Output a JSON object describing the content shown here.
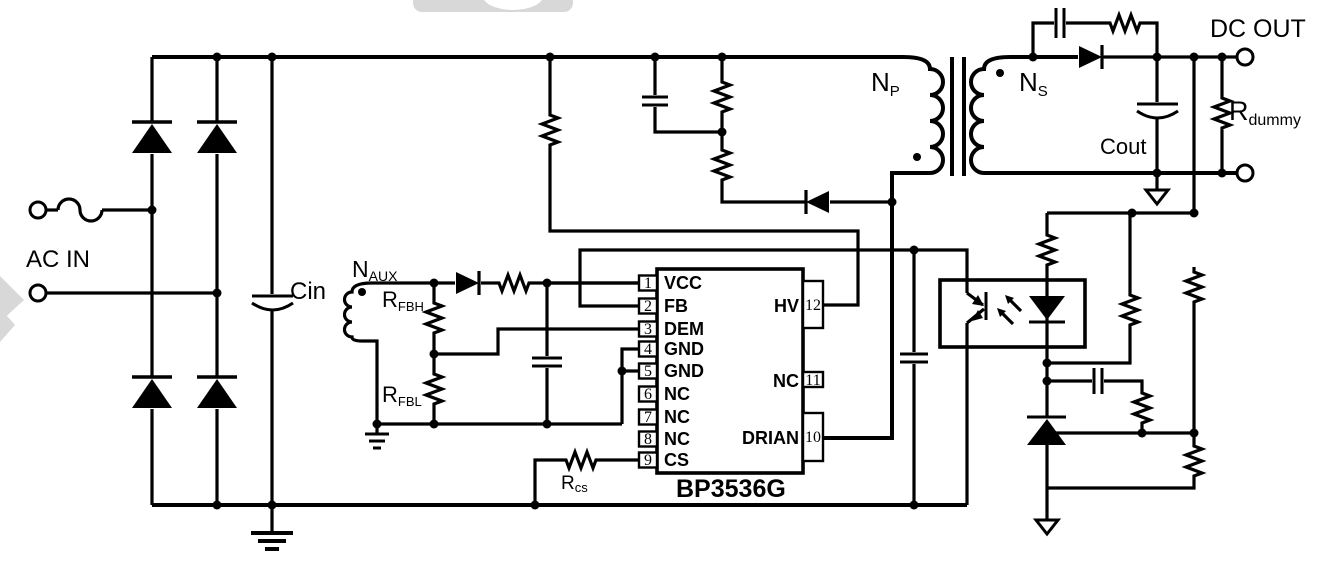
{
  "colors": {
    "wire": "#000000",
    "background": "#ffffff",
    "watermark": "#d8d8d8",
    "label": "#000000"
  },
  "labels": {
    "ac_in": "AC IN",
    "dc_out": "DC OUT",
    "cin": "Cin",
    "cout": "Cout",
    "n_aux": {
      "main": "N",
      "sub": "AUX"
    },
    "r_fbh": {
      "main": "R",
      "sub": "FBH"
    },
    "r_fbl": {
      "main": "R",
      "sub": "FBL"
    },
    "r_cs": {
      "main": "R",
      "sub": "cs"
    },
    "n_p": {
      "main": "N",
      "sub": "P"
    },
    "n_s": {
      "main": "N",
      "sub": "S"
    },
    "r_dummy": {
      "main": "R",
      "sub": "dummy"
    }
  },
  "ic": {
    "name": "BP3536G",
    "left_pins": [
      {
        "num": "1",
        "name": "VCC"
      },
      {
        "num": "2",
        "name": "FB"
      },
      {
        "num": "3",
        "name": "DEM"
      },
      {
        "num": "4",
        "name": "GND"
      },
      {
        "num": "5",
        "name": "GND"
      },
      {
        "num": "6",
        "name": "NC"
      },
      {
        "num": "7",
        "name": "NC"
      },
      {
        "num": "8",
        "name": "NC"
      },
      {
        "num": "9",
        "name": "CS"
      }
    ],
    "right_pins": [
      {
        "num": "12",
        "name": "HV"
      },
      {
        "num": "11",
        "name": "NC"
      },
      {
        "num": "10",
        "name": "DRIAN"
      }
    ]
  }
}
